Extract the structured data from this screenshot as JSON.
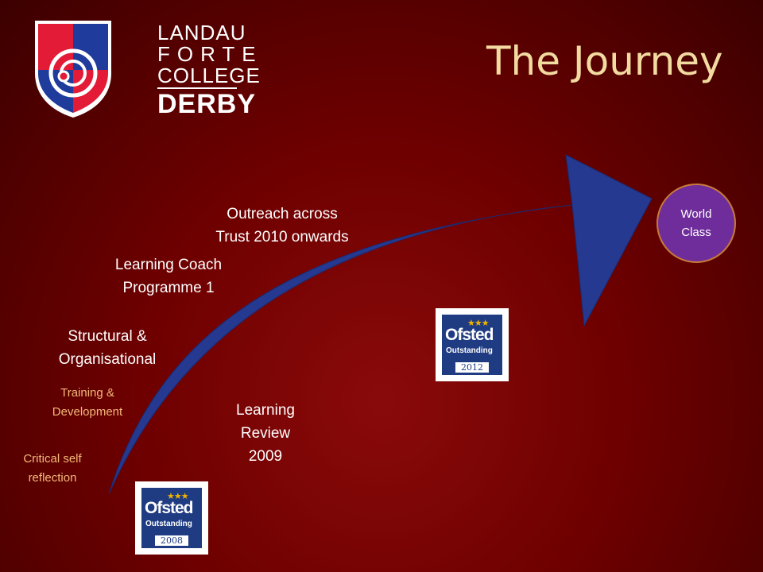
{
  "slide": {
    "title": "The Journey",
    "logo": {
      "lines": [
        "LANDAU",
        "FORTE",
        "COLLEGE",
        "DERBY"
      ]
    },
    "stages": {
      "critical": [
        "Critical self",
        "reflection"
      ],
      "training": [
        "Training &",
        "Development"
      ],
      "structural": [
        "Structural &",
        "Organisational"
      ],
      "coach": [
        "Learning Coach",
        "Programme 1"
      ],
      "outreach": [
        "Outreach across",
        "Trust 2010 onwards"
      ],
      "review": [
        "Learning",
        "Review",
        "2009"
      ]
    },
    "destination": [
      "World",
      "Class"
    ],
    "badges": [
      {
        "name": "Ofsted",
        "label": "Outstanding",
        "year": "2008"
      },
      {
        "name": "Ofsted",
        "label": "Outstanding",
        "year": "2012"
      }
    ],
    "colors": {
      "background": "#6e0000",
      "arrow": "#24398f",
      "title": "#f2dba0",
      "small_text": "#f3b97a",
      "world_circle": "#6e2d9a",
      "logo_red": "#e31b37",
      "logo_blue": "#1f3b9c"
    }
  }
}
